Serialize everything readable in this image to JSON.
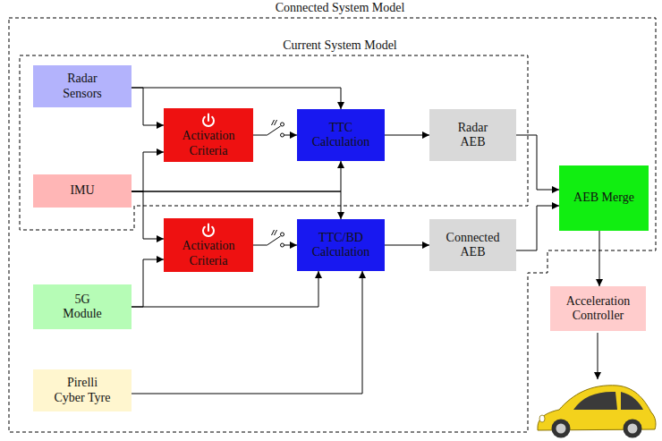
{
  "diagram": {
    "nodes": [
      {
        "text": [
          "Connected System Model"
        ]
      },
      {
        "text": [
          "Current System Model"
        ],
        "in": 0
      },
      {
        "text": [
          "Radar Sensors"
        ],
        "in": 1
      },
      {
        "text": [
          "Activation Criteria"
        ],
        "in": 1
      },
      {
        "text": [
          "TTC Calculation"
        ],
        "in": 1
      },
      {
        "text": [
          "Radar AEB"
        ],
        "in": 1
      },
      {
        "text": [
          "IMU"
        ],
        "in": 1
      },
      {
        "text": [
          "AEB Merge"
        ],
        "in": 0
      },
      {
        "text": [
          "Activation Criteria"
        ],
        "in": 0
      },
      {
        "text": [
          "TTC/BD Calculation"
        ],
        "in": 0
      },
      {
        "text": [
          "Connected AEB"
        ],
        "in": 0
      },
      {
        "text": [
          "5G Module"
        ],
        "in": 0
      },
      {
        "text": [
          "Pirelli Cyber Tyre"
        ],
        "in": 0
      },
      {
        "text": [
          "Acceleration Controller"
        ]
      }
    ],
    "edges": [
      {
        "from": 2,
        "to": 4,
        "arrow": "to"
      },
      {
        "from": 2,
        "to": 3,
        "arrow": "to"
      },
      {
        "from": 6,
        "to": 3,
        "arrow": "to"
      },
      {
        "from": 6,
        "to": 8,
        "arrow": "to"
      },
      {
        "from": 6,
        "to": 4,
        "arrow": "to"
      },
      {
        "from": 6,
        "to": 9,
        "arrow": "to"
      },
      {
        "from": 11,
        "to": 8,
        "arrow": "to"
      },
      {
        "from": 11,
        "to": 9,
        "arrow": "to"
      },
      {
        "from": 12,
        "to": 9,
        "arrow": "to"
      },
      {
        "from": 3,
        "to": 4,
        "arrow": "to"
      },
      {
        "from": 8,
        "to": 9,
        "arrow": "to"
      },
      {
        "from": 4,
        "to": 5,
        "arrow": "to"
      },
      {
        "from": 9,
        "to": 10,
        "arrow": "to"
      },
      {
        "from": 5,
        "to": 7,
        "arrow": "to"
      },
      {
        "from": 10,
        "to": 7,
        "arrow": "to"
      },
      {
        "from": 7,
        "to": 13,
        "arrow": "to"
      }
    ]
  }
}
